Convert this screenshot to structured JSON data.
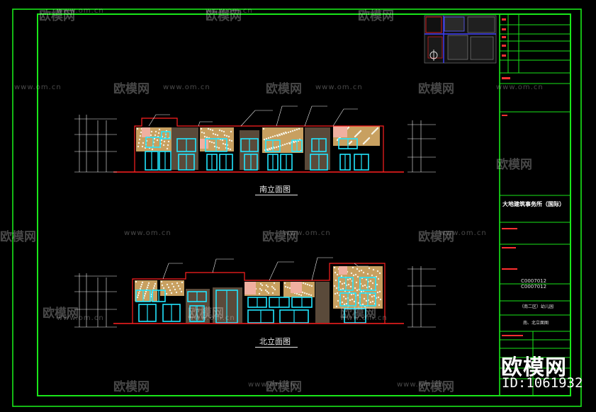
{
  "drawing": {
    "south_caption": "南立面图",
    "north_caption": "北立面图"
  },
  "title_block": {
    "firm_name": "大地建筑事务所（国际）",
    "sheet_code_top": "C0007012",
    "sheet_code_bottom": "C0007012",
    "sheet_name": "（南二区）幼儿园",
    "drawing_name": "南、北立面图"
  },
  "watermark": {
    "logo": "欧模网",
    "url": "www.om.cn",
    "stamp_logo": "欧模网",
    "stamp_id": "ID:1061932"
  },
  "colors": {
    "background": "#000000",
    "frame_green": "#19e619",
    "elevation_red": "#ff2020",
    "window_cyan": "#22e6ff",
    "facade_tan": "#c8a060",
    "facade_pink": "#f0b0a0",
    "facade_dark": "#5a4a3a",
    "dimension_white": "#f0f0f0"
  }
}
